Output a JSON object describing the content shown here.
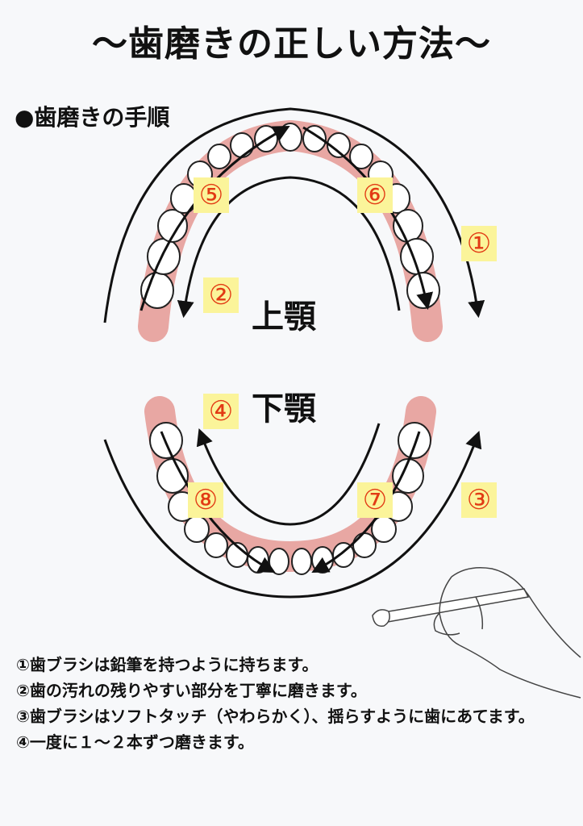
{
  "title": "〜歯磨きの正しい方法〜",
  "subtitle": "●歯磨きの手順",
  "jaws": {
    "upper": "上顎",
    "lower": "下顎"
  },
  "steps": {
    "s1": "①",
    "s2": "②",
    "s3": "③",
    "s4": "④",
    "s5": "⑤",
    "s6": "⑥",
    "s7": "⑦",
    "s8": "⑧"
  },
  "instructions": [
    "①歯ブラシは鉛筆を持つように持ちます。",
    "②歯の汚れの残りやすい部分を丁寧に磨きます。",
    "③歯ブラシはソフトタッチ（やわらかく）、揺らすように歯にあてます。",
    "④一度に１〜２本ずつ磨きます。"
  ],
  "colors": {
    "gum": "#e8a7a3",
    "badge_bg": "#fbf49a",
    "badge_text": "#e23a14"
  }
}
